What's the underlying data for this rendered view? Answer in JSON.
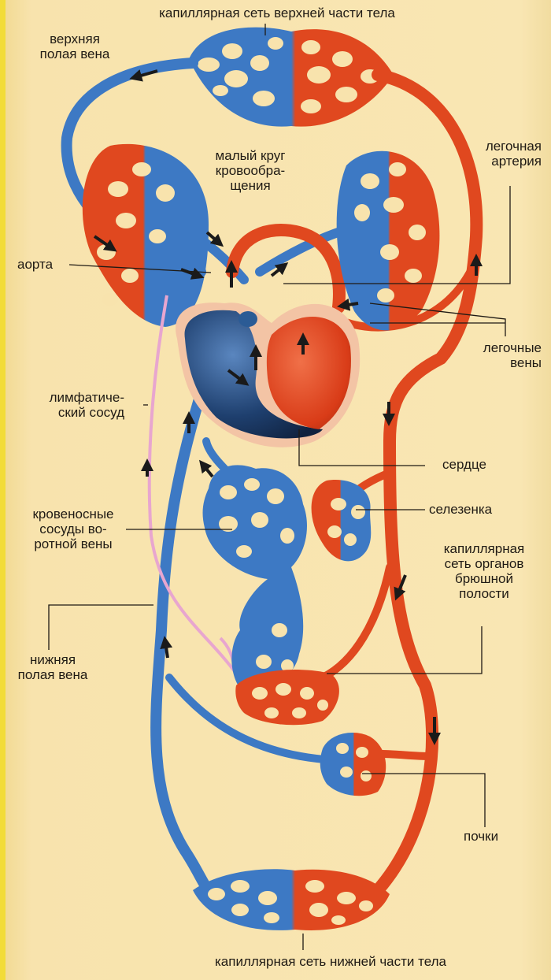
{
  "colors": {
    "background": "#f8e3ad",
    "vein": "#3d79c4",
    "artery": "#e0481f",
    "lymph": "#e8a6cf",
    "heart_dark": "#1e3f6e",
    "arrow": "#1a1a1a"
  },
  "labels": {
    "upper_capillary": "капиллярная сеть верхней части тела",
    "superior_vena_cava": [
      "верхняя",
      "полая вена"
    ],
    "pulmonary_circulation": [
      "малый круг",
      "кровообра-",
      "щения"
    ],
    "pulmonary_artery": [
      "легочная",
      "артерия"
    ],
    "aorta": "аорта",
    "pulmonary_veins": [
      "легочные",
      "вены"
    ],
    "lymphatic_vessel": [
      "лимфатиче-",
      "ский сосуд"
    ],
    "heart": "сердце",
    "spleen": "селезенка",
    "portal_vein": [
      "кровеносные",
      "сосуды во-",
      "ротной вены"
    ],
    "abdominal_capillary": [
      "капиллярная",
      "сеть органов",
      "брюшной",
      "полости"
    ],
    "inferior_vena_cava": [
      "нижняя",
      "полая вена"
    ],
    "kidneys": "почки",
    "lower_capillary": "капиллярная сеть нижней части тела"
  }
}
